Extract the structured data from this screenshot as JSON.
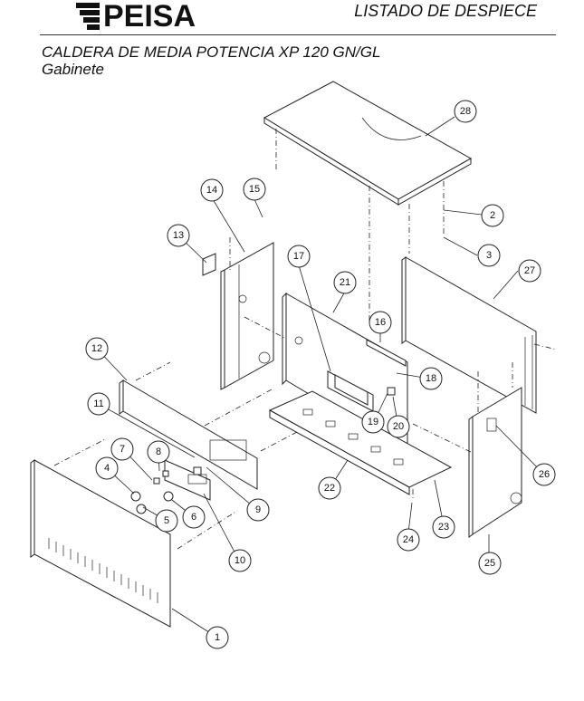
{
  "header": {
    "logo_text": "PEISA",
    "doc_type": "LISTADO DE DESPIECE"
  },
  "title": "CALDERA DE MEDIA POTENCIA XP 120 GN/GL",
  "subtitle": "Gabinete",
  "callouts": [
    "1",
    "2",
    "3",
    "4",
    "5",
    "6",
    "7",
    "8",
    "9",
    "10",
    "11",
    "12",
    "13",
    "14",
    "15",
    "16",
    "17",
    "18",
    "19",
    "20",
    "21",
    "22",
    "23",
    "24",
    "25",
    "26",
    "27",
    "28"
  ]
}
